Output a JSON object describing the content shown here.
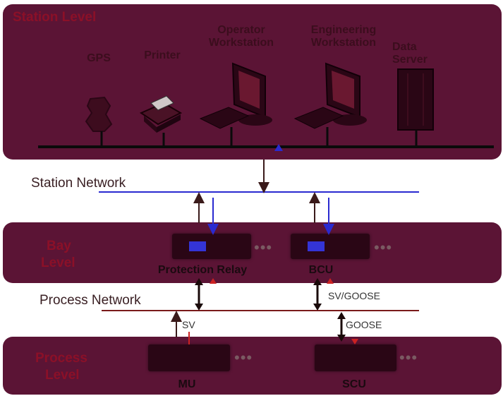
{
  "station": {
    "level_label": "Station Level",
    "devices": {
      "gps": "GPS",
      "printer": "Printer",
      "operator_line1": "Operator",
      "operator_line2": "Workstation",
      "engineering_line1": "Engineering",
      "engineering_line2": "Workstation",
      "server_line1": "Data",
      "server_line2": "Server"
    },
    "network_label": "Station Network"
  },
  "bay": {
    "level_line1": "Bay",
    "level_line2": "Level",
    "relay_label": "Protection Relay",
    "bcu_label": "BCU",
    "network_label": "Process Network",
    "sv_goose_label": "SV/GOOSE"
  },
  "process": {
    "level_line1": "Process",
    "level_line2": "Level",
    "mu_label": "MU",
    "scu_label": "SCU",
    "sv_label": "SV",
    "goose_label": "GOOSE"
  },
  "ellipsis": "•••",
  "colors": {
    "panel": "#5b1435",
    "station_bus": "#2a2ad0",
    "process_bus": "#7a1a1a",
    "arrow": "#3a1a1a",
    "level_text": "#8b1028"
  }
}
